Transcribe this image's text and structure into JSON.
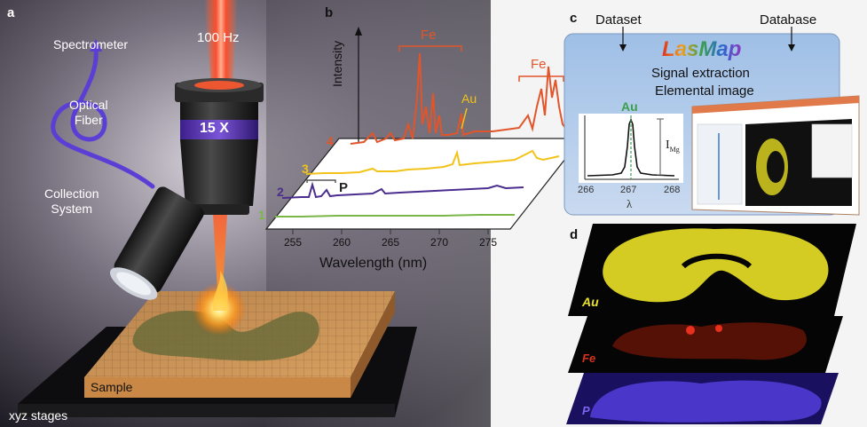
{
  "panel_a": {
    "letter": "a",
    "laser_freq": "100 Hz",
    "spectrometer": "Spectrometer",
    "fiber_line1": "Optical",
    "fiber_line2": "Fiber",
    "objective": "15 X",
    "collection_line1": "Collection",
    "collection_line2": "System",
    "sample": "Sample",
    "stages": "xyz stages"
  },
  "panel_b": {
    "letter": "b",
    "ylabel": "Intensity",
    "xlabel": "Wavelength (nm)",
    "x_ticks": [
      "255",
      "260",
      "265",
      "270",
      "275"
    ],
    "fe_label_1": "Fe",
    "fe_label_2": "Fe",
    "au_label": "Au",
    "p_label": "P",
    "spectrum_numbers": [
      "1",
      "2",
      "3",
      "4"
    ],
    "colors": {
      "s1": "#7ab648",
      "s2": "#4b2d8f",
      "s3": "#f2c318",
      "s4": "#e2552a"
    }
  },
  "panel_c": {
    "letter": "c",
    "dataset": "Dataset",
    "database": "Database",
    "logo": "LasMap",
    "line1": "Signal extraction",
    "line2": "Elemental image",
    "peak_label": "Au",
    "x_ticks": [
      "266",
      "267",
      "268"
    ],
    "x_symbol": "λ",
    "intensity_label": "I",
    "intensity_sub": "Mg"
  },
  "panel_d": {
    "letter": "d",
    "maps": [
      "Au",
      "Fe",
      "P"
    ],
    "colors": {
      "au": "#e8e02a",
      "fe": "#d8321e",
      "p": "#5a3fd6"
    }
  }
}
